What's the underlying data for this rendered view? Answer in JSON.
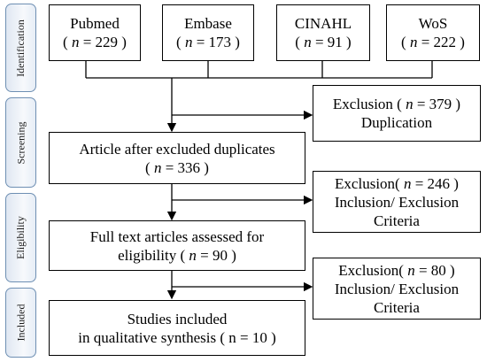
{
  "stages": [
    "Identification",
    "Screening",
    "Eligibility",
    "Included"
  ],
  "sources": [
    {
      "name": "Pubmed",
      "count_prefix": "( ",
      "n": "n",
      "count_suffix": " = 229 )"
    },
    {
      "name": "Embase",
      "count_prefix": "( ",
      "n": "n",
      "count_suffix": " = 173 )"
    },
    {
      "name": "CINAHL",
      "count_prefix": "( ",
      "n": "n",
      "count_suffix": " = 91 )"
    },
    {
      "name": "WoS",
      "count_prefix": "( ",
      "n": "n",
      "count_suffix": " = 222 )"
    }
  ],
  "exclusion_duplication": {
    "line1_prefix": "Exclusion ( ",
    "n": "n",
    "line1_suffix": " = 379 )",
    "line2": "Duplication"
  },
  "after_duplicates": {
    "line1": "Article after excluded duplicates",
    "line2_prefix": "( ",
    "n": "n",
    "line2_suffix": " = 336 )"
  },
  "exclusion_screening": {
    "line1_prefix": "Exclusion( ",
    "n": "n",
    "line1_suffix": " = 246 )",
    "line2": "Inclusion/ Exclusion",
    "line3": "Criteria"
  },
  "full_text": {
    "line1": "Full text articles assessed for",
    "line2_prefix": "eligibility ( ",
    "n": "n",
    "line2_suffix": " = 90 )"
  },
  "exclusion_eligibility": {
    "line1_prefix": "Exclusion( ",
    "n": "n",
    "line1_suffix": " = 80 )",
    "line2": "Inclusion/ Exclusion",
    "line3": "Criteria"
  },
  "included": {
    "line1": "Studies included",
    "line2": "in qualitative synthesis ( n = 10 )"
  }
}
